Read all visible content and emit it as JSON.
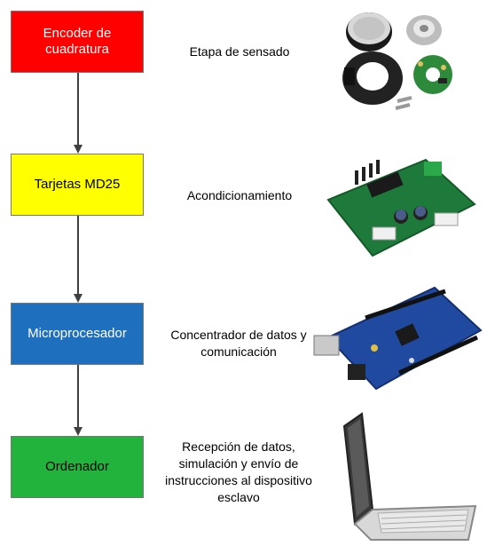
{
  "colors": {
    "encoder": "#ff0000",
    "tarjetas": "#ffff00",
    "micro": "#1f6fbf",
    "ordenador": "#22b33d",
    "arrow": "#404040"
  },
  "stages": [
    {
      "label": "Encoder de\ncuadratura",
      "description": "Etapa de sensado",
      "image": "rotary-encoder-parts-photo"
    },
    {
      "label": "Tarjetas MD25",
      "description": "Acondicionamiento",
      "image": "motor-driver-board-photo"
    },
    {
      "label": "Microprocesador",
      "description": "Concentrador de datos y\ncomunicación",
      "image": "arduino-mega-board-photo"
    },
    {
      "label": "Ordenador",
      "description": "Recepción de datos,\nsimulación y envío de\ninstrucciones al dispositivo\nesclavo",
      "image": "laptop-photo"
    }
  ]
}
